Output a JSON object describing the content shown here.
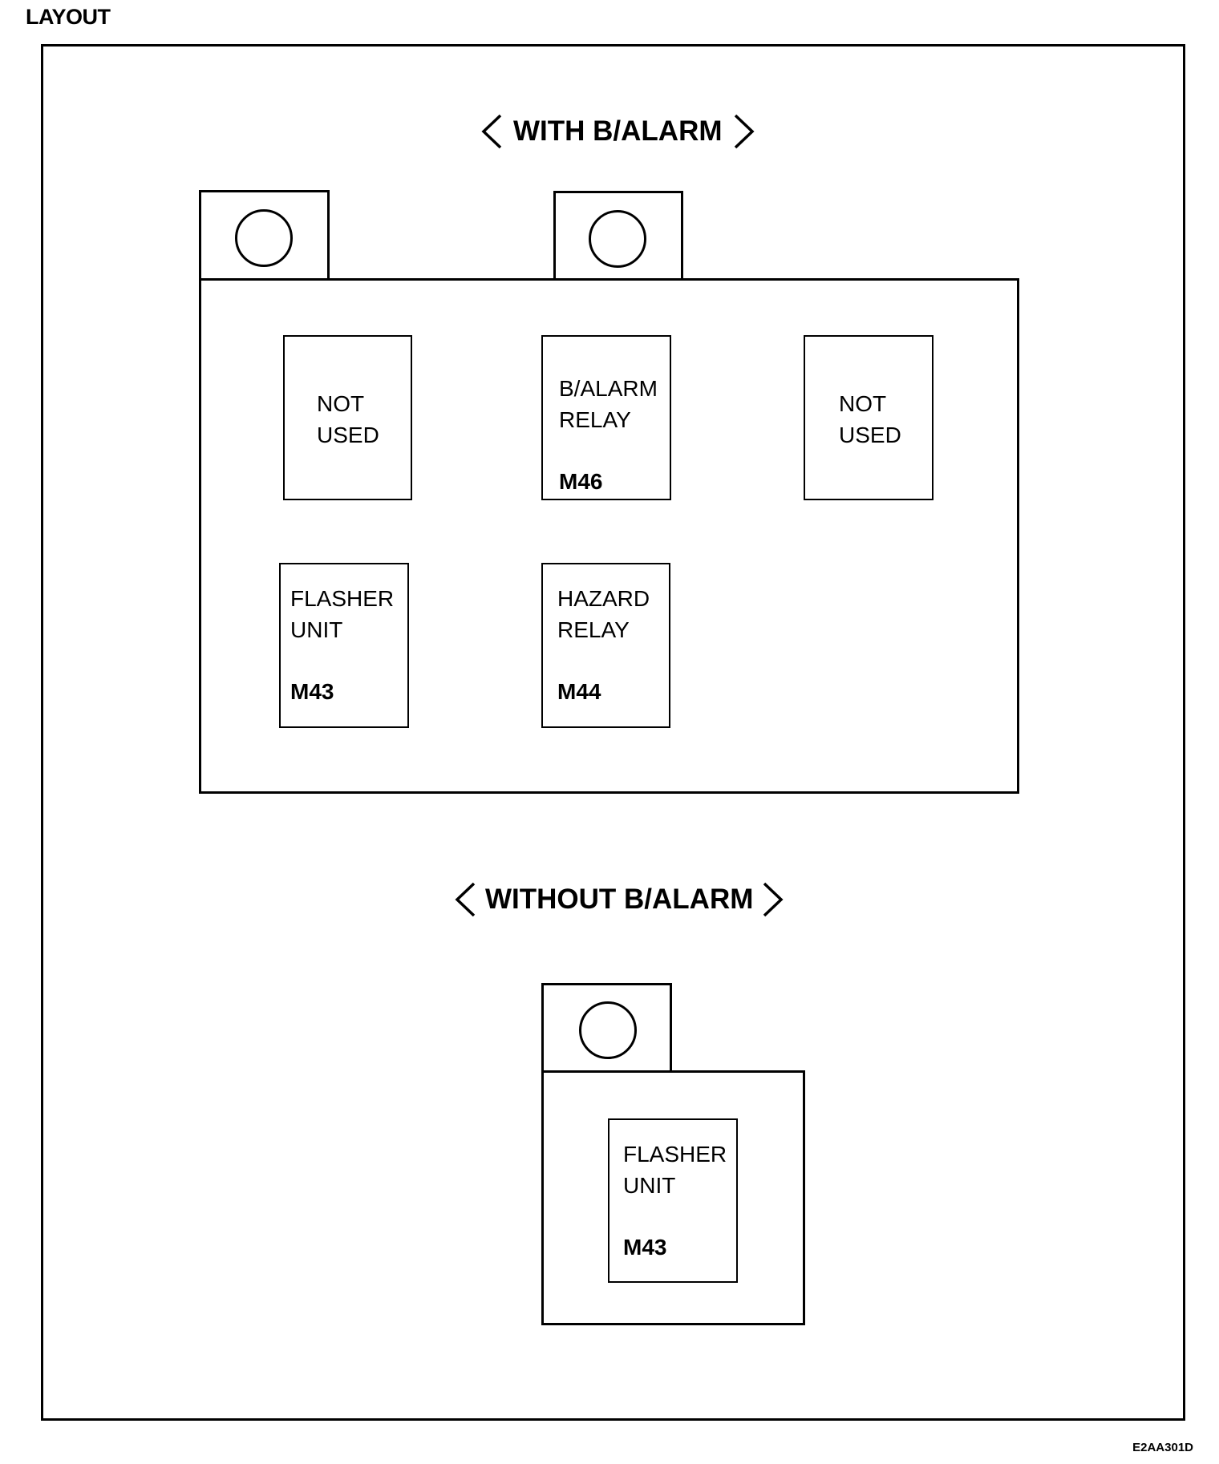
{
  "page_title": "LAYOUT",
  "with_alarm": {
    "heading": "WITH B/ALARM",
    "slots": [
      {
        "lines": [
          "NOT",
          "USED"
        ],
        "code": ""
      },
      {
        "lines": [
          "B/ALARM",
          "RELAY"
        ],
        "code": "M46"
      },
      {
        "lines": [
          "NOT",
          "USED"
        ],
        "code": ""
      },
      {
        "lines": [
          "FLASHER",
          "UNIT"
        ],
        "code": "M43"
      },
      {
        "lines": [
          "HAZARD",
          "RELAY"
        ],
        "code": "M44"
      }
    ]
  },
  "without_alarm": {
    "heading": "WITHOUT B/ALARM",
    "slot": {
      "lines": [
        "FLASHER",
        "UNIT"
      ],
      "code": "M43"
    }
  },
  "footer_code": "E2AA301D"
}
